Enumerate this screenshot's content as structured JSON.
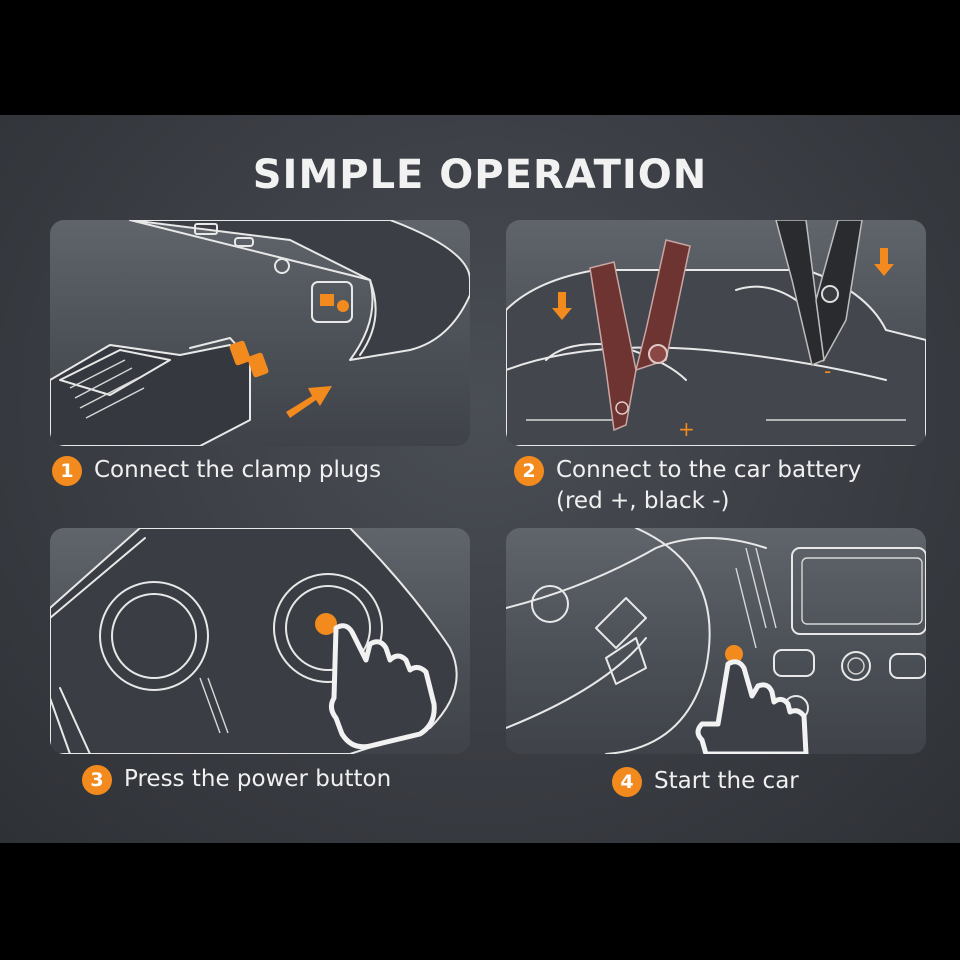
{
  "title": "SIMPLE OPERATION",
  "steps": [
    {
      "number": "1",
      "label": "Connect the clamp plugs",
      "sub": ""
    },
    {
      "number": "2",
      "label": "Connect to the car battery",
      "sub": "(red +, black -)"
    },
    {
      "number": "3",
      "label": "Press the power button",
      "sub": ""
    },
    {
      "number": "4",
      "label": "Start the car",
      "sub": ""
    }
  ],
  "battery_marks": {
    "plus": "+",
    "minus": "-"
  },
  "colors": {
    "accent": "#f28a1e",
    "red_clamp": "#6e3432",
    "black_clamp": "#2a2b2e",
    "background": "#3d4046"
  },
  "icons": [
    "arrow-icon",
    "pointing-hand-icon",
    "clamp-icon"
  ]
}
